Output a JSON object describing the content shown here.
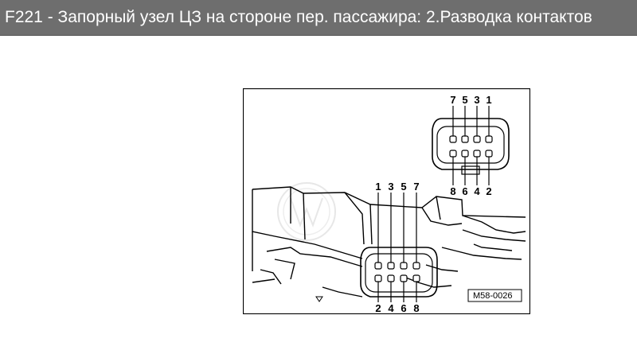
{
  "title": "F221 - Запорный узел ЦЗ на стороне пер. пассажира: 2.Разводка контактов",
  "figure": {
    "code": "M58-0026",
    "top_connector": {
      "upper_pins": [
        "7",
        "5",
        "3",
        "1"
      ],
      "lower_pins": [
        "8",
        "6",
        "4",
        "2"
      ]
    },
    "bottom_connector": {
      "upper_pins": [
        "1",
        "3",
        "5",
        "7"
      ],
      "lower_pins": [
        "2",
        "4",
        "6",
        "8"
      ]
    }
  }
}
